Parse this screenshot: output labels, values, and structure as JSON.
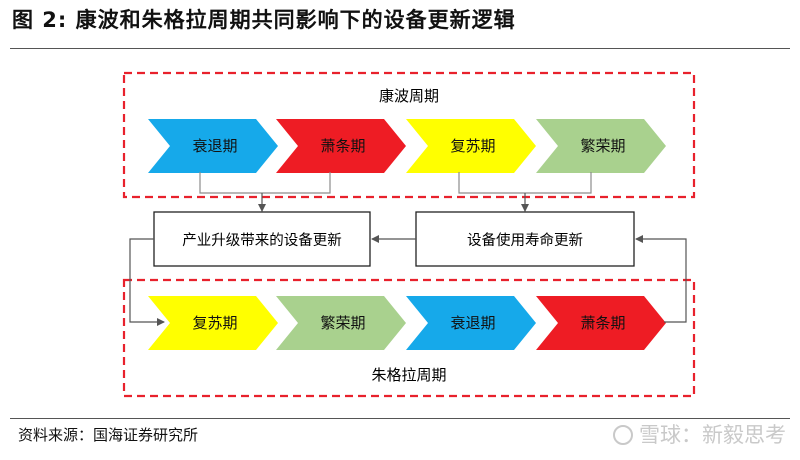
{
  "figure": {
    "title": "图 2:  康波和朱格拉周期共同影响下的设备更新逻辑",
    "source": "资料来源：国海证券研究所",
    "watermark": "雪球：新毅思考"
  },
  "colors": {
    "blue": "#16a9ea",
    "red": "#ee1c24",
    "yellow": "#ffff00",
    "green": "#a9d18e",
    "dash": "#e8212c",
    "line": "#8c8c8c"
  },
  "diagram": {
    "kondratiev": {
      "label": "康波周期",
      "phases": [
        {
          "label": "衰退期",
          "color": "blue"
        },
        {
          "label": "萧条期",
          "color": "red"
        },
        {
          "label": "复苏期",
          "color": "yellow"
        },
        {
          "label": "繁荣期",
          "color": "green"
        }
      ]
    },
    "juglar": {
      "label": "朱格拉周期",
      "phases": [
        {
          "label": "复苏期",
          "color": "yellow"
        },
        {
          "label": "繁荣期",
          "color": "green"
        },
        {
          "label": "衰退期",
          "color": "blue"
        },
        {
          "label": "萧条期",
          "color": "red"
        }
      ]
    },
    "boxes": {
      "industry_upgrade": "产业升级带来的设备更新",
      "lifespan_renewal": "设备使用寿命更新"
    }
  }
}
